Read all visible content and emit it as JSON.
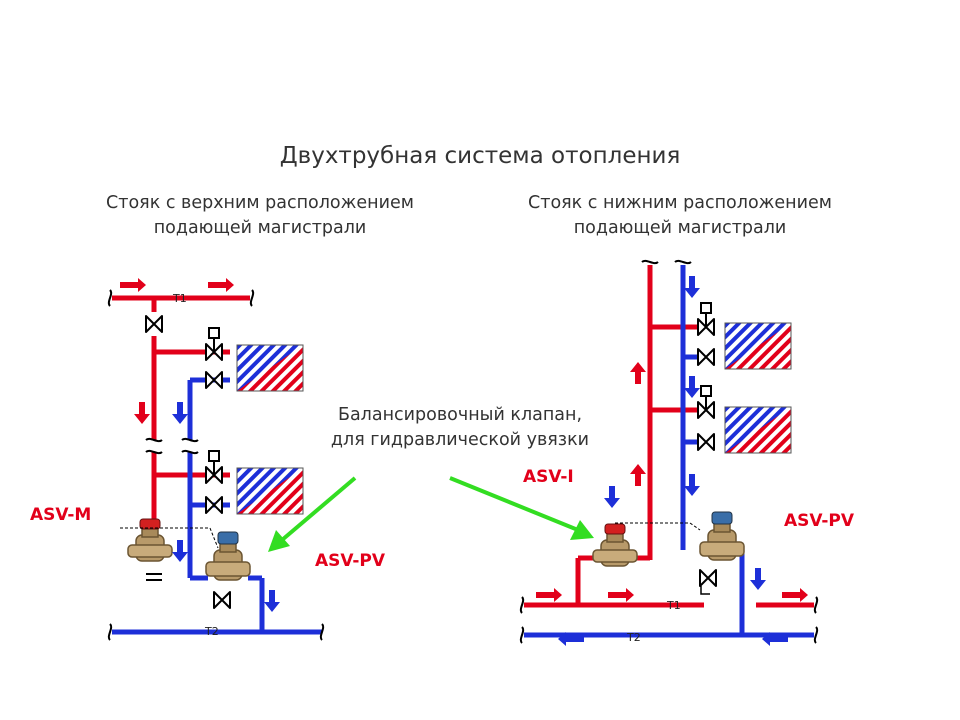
{
  "title": "Двухтрубная система отопления",
  "left_scheme": {
    "subtitle_line1": "Стояк с верхним расположением",
    "subtitle_line2": "подающей магистрали",
    "valve_label_1": "ASV-M",
    "valve_label_2": "ASV-PV",
    "supply_label": "T1",
    "return_label": "T2"
  },
  "right_scheme": {
    "subtitle_line1": "Стояк с нижним расположением",
    "subtitle_line2": "подающей магистрали",
    "valve_label_1": "ASV-I",
    "valve_label_2": "ASV-PV",
    "supply_label": "T1",
    "return_label": "T2"
  },
  "callout": {
    "line1": "Балансировочный клапан,",
    "line2": "для гидравлической увязки"
  },
  "colors": {
    "supply": "#e2001a",
    "return": "#1d2fd8",
    "arrow_callout": "#33dd22",
    "label": "#e2001a",
    "text": "#333333"
  }
}
